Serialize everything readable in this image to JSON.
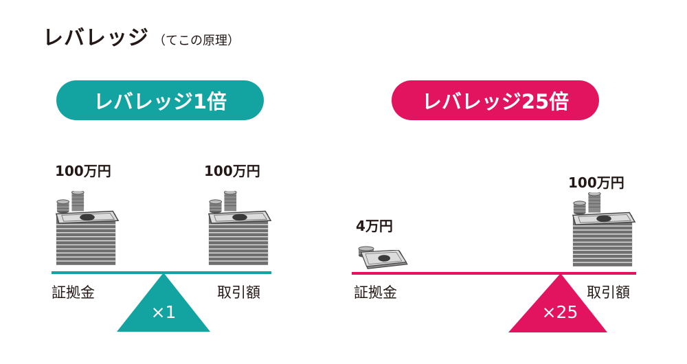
{
  "colors": {
    "teal": "#13a3a0",
    "magenta": "#e2145f",
    "dark": "#231815"
  },
  "title": {
    "main": "レバレッジ",
    "sub": "（てこの原理）"
  },
  "left_panel": {
    "badge": "レバレッジ1倍",
    "left_amount": "100万円",
    "right_amount": "100万円",
    "left_label": "証拠金",
    "right_label": "取引額",
    "multiplier": "×1"
  },
  "right_panel": {
    "badge": "レバレッジ25倍",
    "left_amount": "4万円",
    "right_amount": "100万円",
    "left_label": "証拠金",
    "right_label": "取引額",
    "multiplier": "×25"
  }
}
